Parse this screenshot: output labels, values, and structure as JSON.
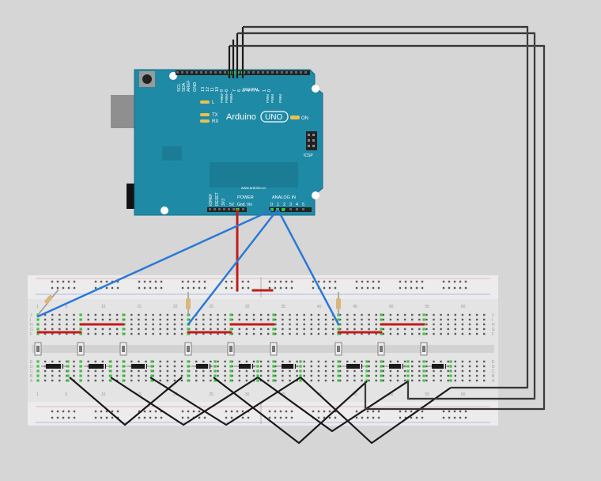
{
  "arduino": {
    "brand": "Arduino",
    "model": "UNO",
    "website": "www.arduino.cc",
    "on_label": "ON",
    "l_label": "L",
    "tx_label": "TX",
    "rx_label": "RX",
    "icsp_label": "ICSP",
    "digital_label": "DIGITAL",
    "power_label": "POWER",
    "analog_label": "ANALOG IN",
    "top_pins": [
      "SCL",
      "SDA",
      "AREF",
      "GND",
      "13",
      "12",
      "11",
      "10",
      "9",
      "8",
      "7",
      "6",
      "5",
      "4",
      "3",
      "2",
      "1",
      "0"
    ],
    "pwm_labels": [
      "PWM~",
      "PWM~",
      "PWM~",
      "PWM",
      "PWM",
      "PWM"
    ],
    "txrx_pins": [
      "TX",
      "RX"
    ],
    "power_pins": [
      "IOREF",
      "RESET",
      "3V3",
      "5V",
      "Gnd",
      "Vin"
    ],
    "analog_pins": [
      "0",
      "1",
      "2",
      "3",
      "4",
      "5"
    ]
  },
  "breadboard": {
    "column_numbers": [
      "1",
      "5",
      "10",
      "15",
      "20",
      "25",
      "30",
      "35",
      "40",
      "45",
      "50",
      "55",
      "60"
    ],
    "row_letters_top": [
      "J",
      "I",
      "H",
      "G",
      "F"
    ],
    "row_letters_bottom": [
      "E",
      "D",
      "C",
      "B",
      "A"
    ]
  },
  "colors": {
    "board_blue": "#1f8aa6",
    "wire_blue": "#2b79d6",
    "wire_red": "#c41a1a",
    "wire_black": "#1a1a1a",
    "breadboard": "#e3e3e3",
    "pin_green": "#3ec43e"
  }
}
